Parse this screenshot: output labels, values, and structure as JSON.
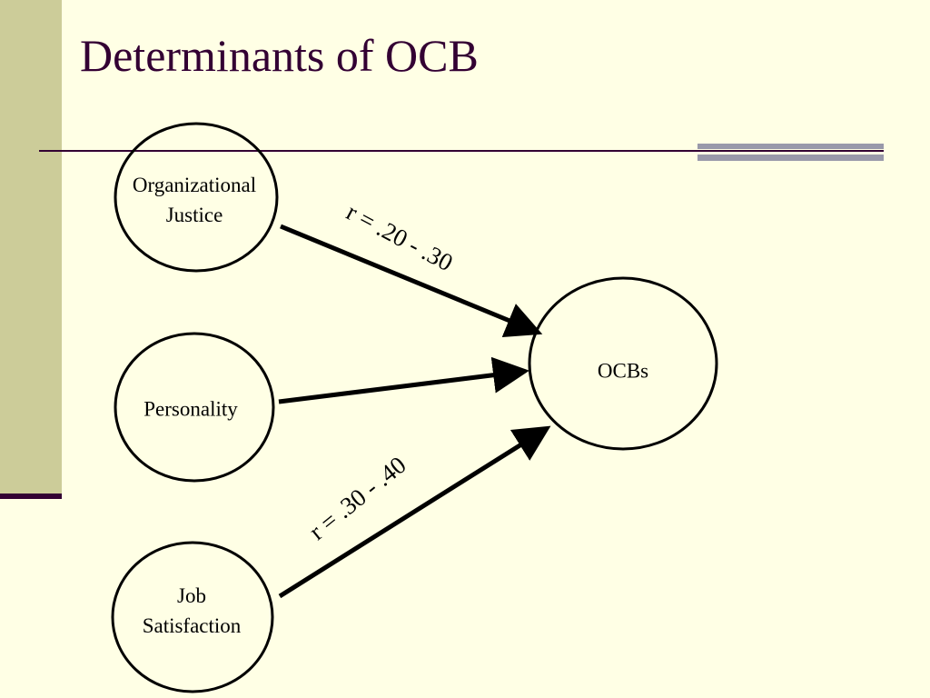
{
  "slide": {
    "title": "Determinants of OCB"
  },
  "nodes": {
    "justice": {
      "lines": [
        "Organizational",
        "Justice"
      ]
    },
    "personality": {
      "lines": [
        "Personality"
      ]
    },
    "satisfaction": {
      "lines": [
        "Job",
        "Satisfaction"
      ]
    },
    "ocbs": {
      "lines": [
        "OCBs"
      ]
    }
  },
  "edges": {
    "justice_to_ocbs": {
      "label": "r = .20 - .30"
    },
    "personality_to_ocbs": {
      "label": ""
    },
    "satisfaction_to_ocbs": {
      "label": "r = .30 - .40"
    }
  },
  "colors": {
    "background": "#ffffe5",
    "sidebar": "#cccc99",
    "title_text": "#330033",
    "accent_bar": "#9999aa",
    "node_stroke": "#000000"
  }
}
